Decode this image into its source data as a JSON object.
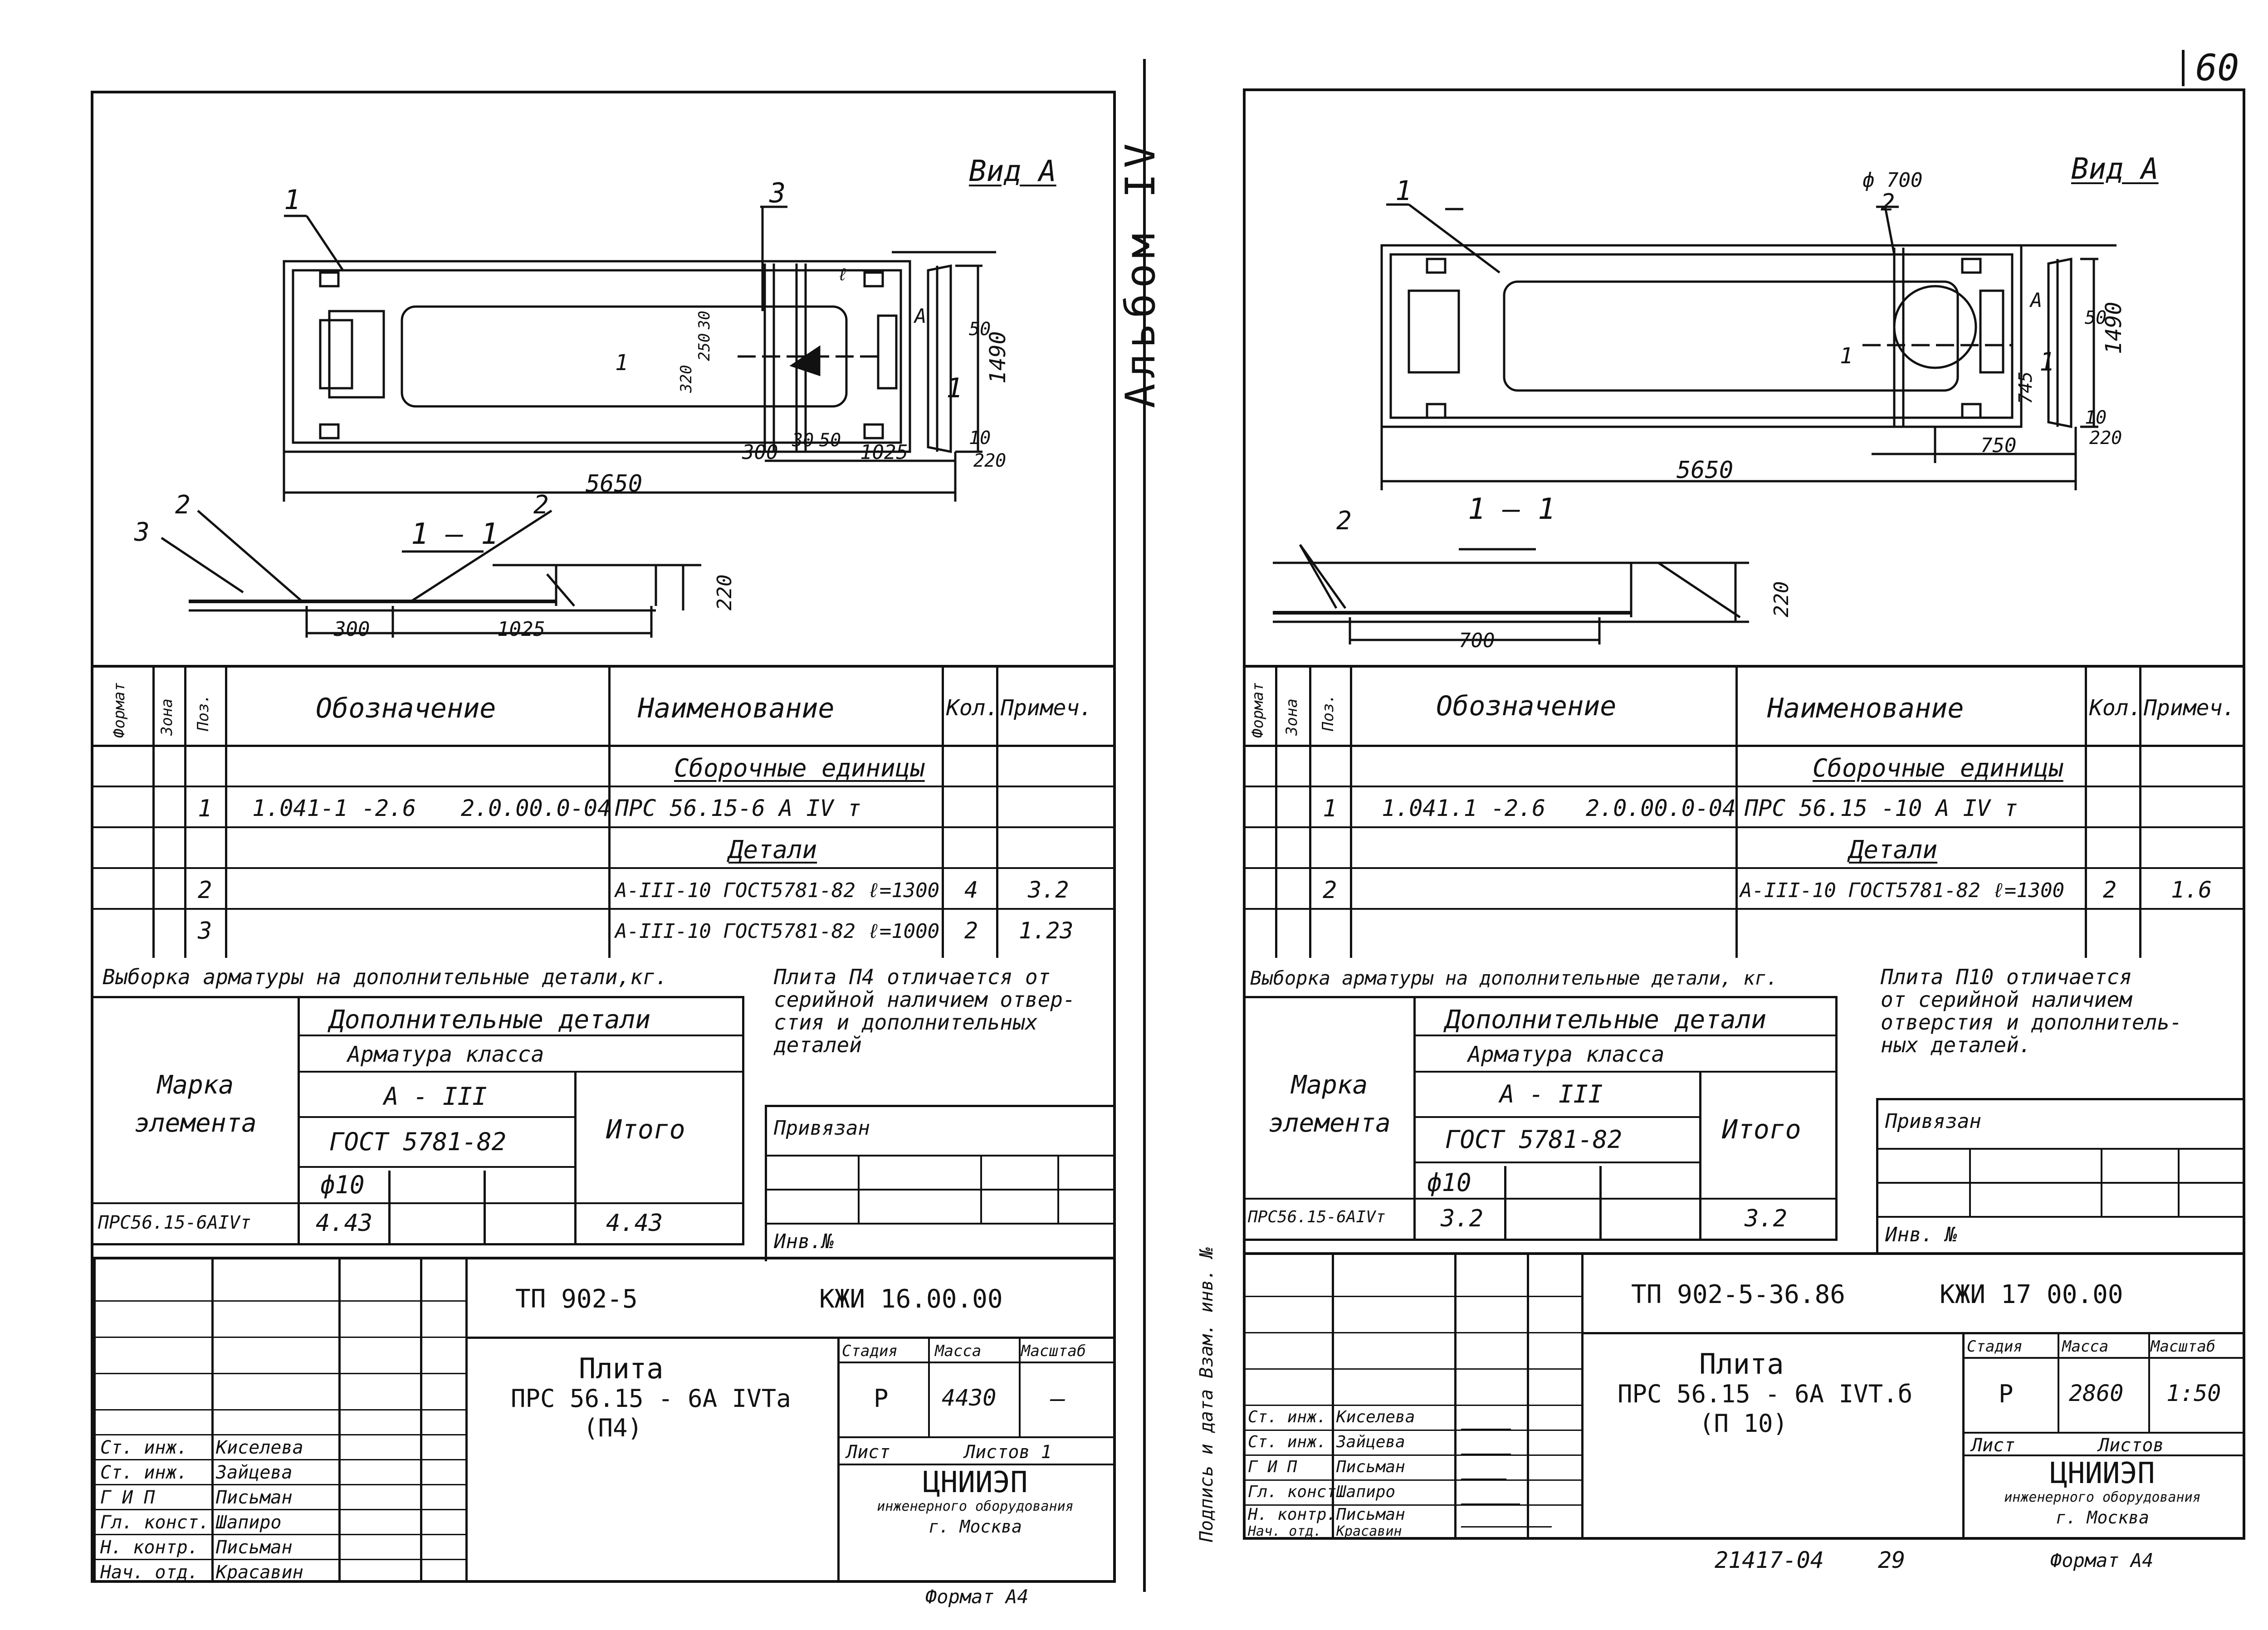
{
  "page_number": "60",
  "album_label": "Альбом IV",
  "left": {
    "view_label": "Вид А",
    "section_label": "1 — 1",
    "plan_dims": {
      "total_length": "5650",
      "width": "1490",
      "d300": "300",
      "d30": "30",
      "d50": "50",
      "d1025": "1025",
      "d320": "320",
      "d250": "250",
      "d30b": "30",
      "va50": "50",
      "va10": "10",
      "va220": "220",
      "sec300": "300",
      "sec1025": "1025",
      "sec220": "220"
    },
    "callouts": {
      "c1": "1",
      "c2a": "2",
      "c2b": "2",
      "c3a": "3",
      "c3b": "3",
      "sec_mark": "1",
      "view_mark": "A",
      "ell": "ℓ"
    },
    "spec_headers": {
      "format": "Формат",
      "zone": "Зона",
      "pos": "Поз.",
      "designation": "Обозначение",
      "name": "Наименование",
      "qty": "Кол.",
      "note": "Примеч."
    },
    "spec_rows": [
      {
        "pos": "",
        "designation_a": "",
        "designation_b": "",
        "name": "Сборочные единицы",
        "qty": "",
        "note": "",
        "underline": true
      },
      {
        "pos": "1",
        "designation_a": "1.041-1 -2.6",
        "designation_b": "2.0.00.0-04",
        "name": "ПРС 56.15-6 А IV т",
        "qty": "",
        "note": "",
        "underline": false
      },
      {
        "pos": "",
        "designation_a": "",
        "designation_b": "",
        "name": "Детали",
        "qty": "",
        "note": "",
        "underline": true
      },
      {
        "pos": "2",
        "designation_a": "",
        "designation_b": "",
        "name": "А-III-10 ГОСТ5781-82 ℓ=1300",
        "qty": "4",
        "note": "3.2",
        "underline": false
      },
      {
        "pos": "3",
        "designation_a": "",
        "designation_b": "",
        "name": "А-III-10 ГОСТ5781-82 ℓ=1000",
        "qty": "2",
        "note": "1.23",
        "underline": false
      }
    ],
    "rebar_title": "Выборка арматуры на дополнительные детали,кг.",
    "rebar_note": [
      "Плита П4 отличается от",
      "серийной наличием отвер-",
      "стия и дополнительных",
      "деталей"
    ],
    "rebar_table": {
      "mark_header": "Марка элемента",
      "add_details": "Дополнительные детали",
      "rebar_class": "Арматура класса",
      "class": "А - III",
      "gost": "ГОСТ 5781-82",
      "diameter": "ф10",
      "total": "Итого",
      "row_mark": "ПРС56.15-6АIVт",
      "row_value": "4.43",
      "row_total": "4.43"
    },
    "bound_label": "Привязан",
    "inv_label": "Инв.№",
    "title_block": {
      "doc_code": "ТП 902-5",
      "doc_code2": "КЖИ 16.00.00",
      "title": "Плита",
      "subtitle": "ПРС 56.15 - 6А IVТа",
      "subtitle2": "(П4)",
      "stage_h": "Стадия",
      "mass_h": "Масса",
      "scale_h": "Масштаб",
      "stage": "Р",
      "mass": "4430",
      "scale": "—",
      "sheet_h": "Лист",
      "sheets_h": "Листов 1",
      "org1": "ЦНИИЭП",
      "org2": "инженерного оборудования",
      "org3": "г. Москва",
      "format": "Формат А4"
    },
    "staff": [
      {
        "role": "Ст. инж.",
        "name": "Киселева"
      },
      {
        "role": "Ст. инж.",
        "name": "Зайцева"
      },
      {
        "role": "Г И П",
        "name": "Письман"
      },
      {
        "role": "Гл. конст.",
        "name": "Шапиро"
      },
      {
        "role": "Н. контр.",
        "name": "Письман"
      },
      {
        "role": "Нач. отд.",
        "name": "Красавин"
      }
    ]
  },
  "right": {
    "view_label": "Вид А",
    "section_label": "1 — 1",
    "plan_dims": {
      "total_length": "5650",
      "width": "1490",
      "phi": "ф 700",
      "d750": "750",
      "d745": "745",
      "va50": "50",
      "va10": "10",
      "va220": "220",
      "sec700": "700",
      "sec220": "220"
    },
    "callouts": {
      "c1": "1",
      "c2a": "2",
      "c2b": "2",
      "sec_mark": "1",
      "view_mark": "A"
    },
    "spec_headers": {
      "format": "Формат",
      "zone": "Зона",
      "pos": "Поз.",
      "designation": "Обозначение",
      "name": "Наименование",
      "qty": "Кол.",
      "note": "Примеч."
    },
    "spec_rows": [
      {
        "pos": "",
        "designation_a": "",
        "designation_b": "",
        "name": "Сборочные единицы",
        "qty": "",
        "note": "",
        "underline": true
      },
      {
        "pos": "1",
        "designation_a": "1.041.1 -2.6",
        "designation_b": "2.0.00.0-04",
        "name": "ПРС 56.15 -10 А IV т",
        "qty": "",
        "note": "",
        "underline": false
      },
      {
        "pos": "",
        "designation_a": "",
        "designation_b": "",
        "name": "Детали",
        "qty": "",
        "note": "",
        "underline": true
      },
      {
        "pos": "2",
        "designation_a": "",
        "designation_b": "",
        "name": "А-III-10 ГОСТ5781-82 ℓ=1300",
        "qty": "2",
        "note": "1.6",
        "underline": false
      },
      {
        "pos": "",
        "designation_a": "",
        "designation_b": "",
        "name": "",
        "qty": "",
        "note": "",
        "underline": false
      }
    ],
    "rebar_title": "Выборка арматуры на дополнительные детали, кг.",
    "rebar_note": [
      "Плита П10 отличается",
      "от серийной наличием",
      "отверстия и дополнитель-",
      "ных деталей."
    ],
    "rebar_table": {
      "mark_header": "Марка элемента",
      "add_details": "Дополнительные детали",
      "rebar_class": "Арматура класса",
      "class": "А - III",
      "gost": "ГОСТ 5781-82",
      "diameter": "ф10",
      "total": "Итого",
      "row_mark": "ПРС56.15-6АIVт",
      "row_value": "3.2",
      "row_total": "3.2"
    },
    "bound_label": "Привязан",
    "inv_label": "Инв. №",
    "title_block": {
      "doc_code": "ТП 902-5-36.86",
      "doc_code2": "КЖИ 17 00.00",
      "title": "Плита",
      "subtitle": "ПРС 56.15 - 6А IVТ.б",
      "subtitle2": "(П 10)",
      "stage_h": "Стадия",
      "mass_h": "Масса",
      "scale_h": "Масштаб",
      "stage": "Р",
      "mass": "2860",
      "scale": "1:50",
      "sheet_h": "Лист",
      "sheets_h": "Листов",
      "org1": "ЦНИИЭП",
      "org2": "инженерного оборудования",
      "org3": "г. Москва",
      "format": "Формат А4"
    },
    "staff": [
      {
        "role": "Ст. инж.",
        "name": "Киселева"
      },
      {
        "role": "Ст. инж.",
        "name": "Зайцева"
      },
      {
        "role": "Г И П",
        "name": "Письман"
      },
      {
        "role": "Гл. конст.",
        "name": "Шапиро"
      },
      {
        "role": "Н. контр.",
        "name": "Письман"
      },
      {
        "role": "Нач. отд.",
        "name": "Красавин"
      }
    ],
    "bottom_codes": [
      "21417-04",
      "29"
    ],
    "side_labels": "Подпись и дата  Взам. инв. №"
  }
}
